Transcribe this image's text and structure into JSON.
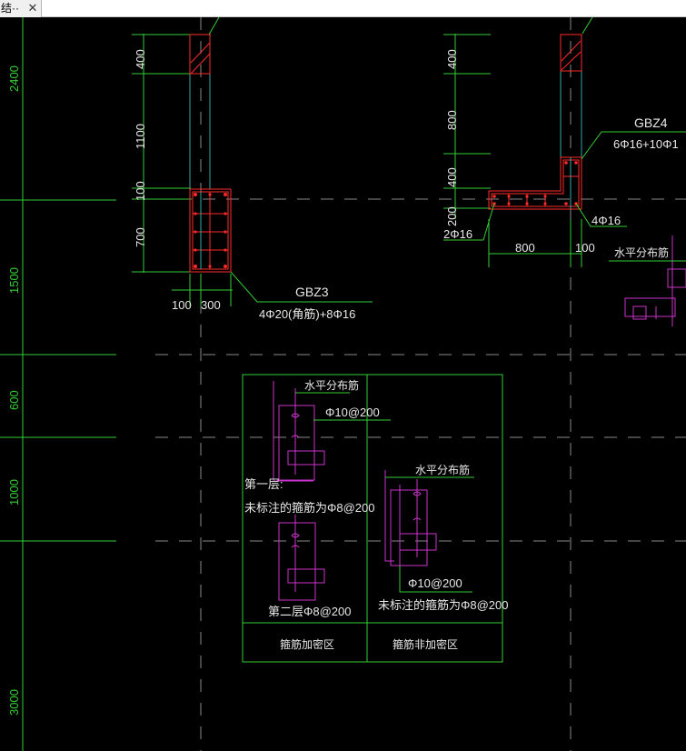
{
  "tab": {
    "title": "结··",
    "close": "✕"
  },
  "colors": {
    "background": "#000000",
    "green": "#33cc33",
    "white": "#e8e8e8",
    "red": "#ff2a2a",
    "magenta": "#cc33cc",
    "cyan": "#33aaaa",
    "grid": "#8a8a8a"
  },
  "drawing": {
    "left_dims": [
      "2400",
      "1500",
      "600",
      "1000",
      "3000"
    ],
    "gbz3": {
      "dims_vertical": [
        "400",
        "1100",
        "100",
        "700"
      ],
      "dims_horizontal": [
        "100",
        "300"
      ],
      "name": "GBZ3",
      "spec": "4Φ20(角筋)+8Φ16"
    },
    "gbz4": {
      "dims_vertical": [
        "400",
        "800",
        "400",
        "200"
      ],
      "dims_horizontal": [
        "800",
        "100"
      ],
      "name": "GBZ4",
      "spec": "6Φ16+10Φ1",
      "rebar_left": "2Φ16",
      "rebar_right": "4Φ16"
    },
    "right_label": "水平分布筋",
    "table": {
      "left": {
        "top_label": "水平分布筋",
        "top_spec": "Φ10@200",
        "layer1": "第一层:",
        "note": "未标注的箍筋为Φ8@200",
        "layer2": "第二层Φ8@200",
        "footer": "箍筋加密区"
      },
      "right": {
        "top_label": "水平分布筋",
        "bottom_spec": "Φ10@200",
        "note": "未标注的箍筋为Φ8@200",
        "footer": "箍筋非加密区"
      }
    }
  }
}
